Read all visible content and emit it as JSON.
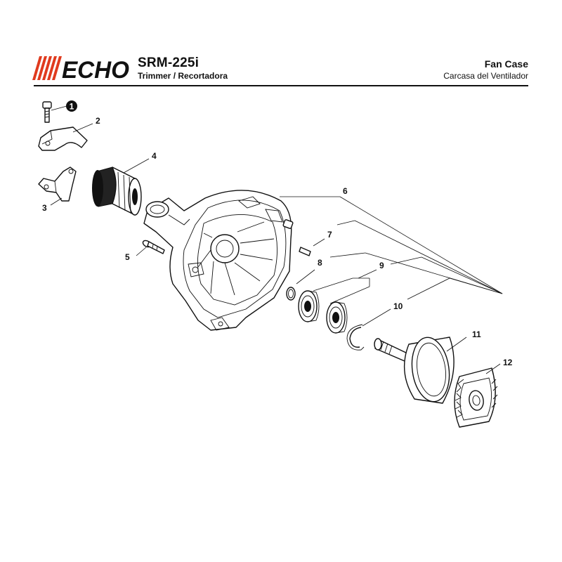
{
  "header": {
    "brand": "ECHO",
    "model": "SRM-225i",
    "subtitle": "Trimmer / Recortadora",
    "section_title": "Fan Case",
    "section_subtitle": "Carcasa del Ventilador"
  },
  "callouts": [
    "1",
    "2",
    "3",
    "4",
    "5",
    "6",
    "7",
    "8",
    "9",
    "10",
    "11",
    "12"
  ],
  "colors": {
    "brand_red": "#e03a1e",
    "ink": "#111111"
  }
}
